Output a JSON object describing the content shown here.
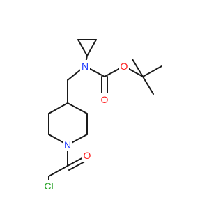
{
  "molecule": {
    "atoms": {
      "n_cyclopropyl": {
        "symbol": "N",
        "color": "#1f3cff"
      },
      "o_ether": {
        "symbol": "O",
        "color": "#ff1a1a"
      },
      "o_carbonyl_boc": {
        "symbol": "O",
        "color": "#ff1a1a"
      },
      "n_piperidine": {
        "symbol": "N",
        "color": "#1f3cff"
      },
      "o_carbonyl_acyl": {
        "symbol": "O",
        "color": "#ff1a1a"
      },
      "cl": {
        "symbol": "Cl",
        "color": "#1fa01f"
      }
    },
    "bond_color": "#1a1a1a"
  }
}
